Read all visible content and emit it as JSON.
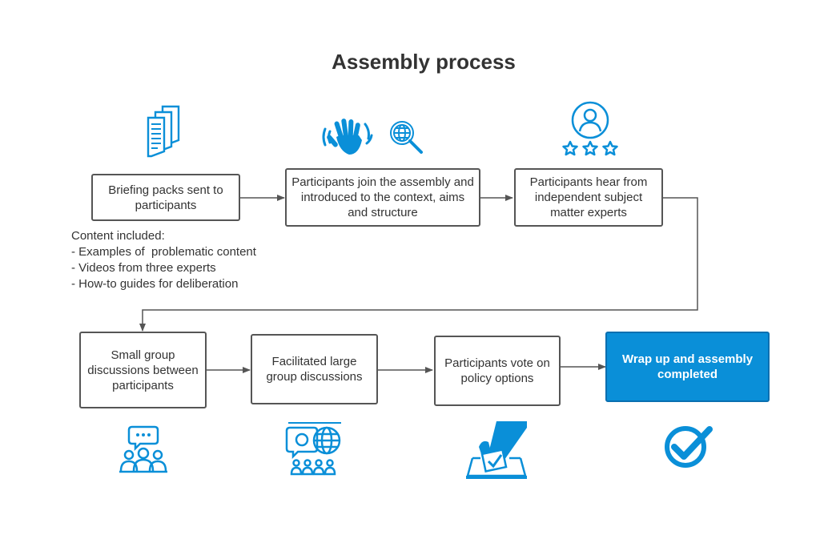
{
  "title": "Assembly process",
  "colors": {
    "accent": "#0a8fd8",
    "box_border": "#555555",
    "text": "#333333"
  },
  "steps": [
    {
      "label": "Briefing packs sent to participants",
      "icon": "documents-icon"
    },
    {
      "label": "Participants join the assembly and introduced to the context, aims and structure",
      "icon": "waving-hand-icon"
    },
    {
      "label": "Participants hear from independent subject matter experts",
      "icon": "expert-rating-icon"
    },
    {
      "label": "Small group discussions between participants",
      "icon": "group-chat-icon"
    },
    {
      "label": "Facilitated large group discussions",
      "icon": "global-discussion-icon"
    },
    {
      "label": "Participants vote on policy options",
      "icon": "ballot-vote-icon"
    },
    {
      "label": "Wrap up and assembly completed",
      "icon": "check-circle-icon"
    }
  ],
  "content_note": {
    "heading": "Content included:",
    "items": [
      "- Examples of  problematic content",
      "- Videos from three experts",
      "- How-to guides for deliberation"
    ]
  }
}
